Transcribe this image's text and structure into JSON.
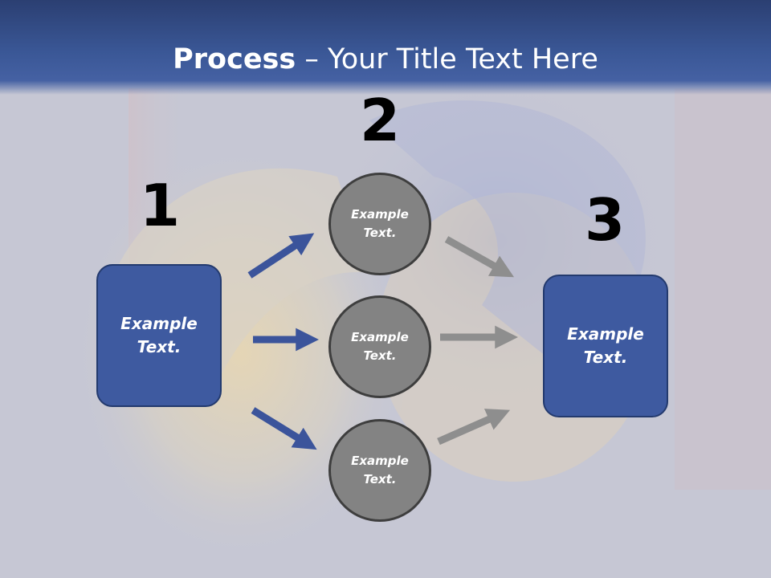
{
  "title": {
    "bold": "Process",
    "rest": " – Your Title Text Here"
  },
  "steps": [
    {
      "number": "1",
      "label": "Example Text."
    },
    {
      "number": "2",
      "label": "Example Text."
    },
    {
      "number": "3",
      "label": "Example Text."
    }
  ],
  "circles": [
    {
      "label": "Example Text."
    },
    {
      "label": "Example Text."
    },
    {
      "label": "Example Text."
    }
  ],
  "colors": {
    "header": "#3a5796",
    "box_fill": "#3e5aa0",
    "blue_arrow": "#3b549b",
    "gray_arrow": "#8e8e8e",
    "circle_fill": "#838383"
  }
}
